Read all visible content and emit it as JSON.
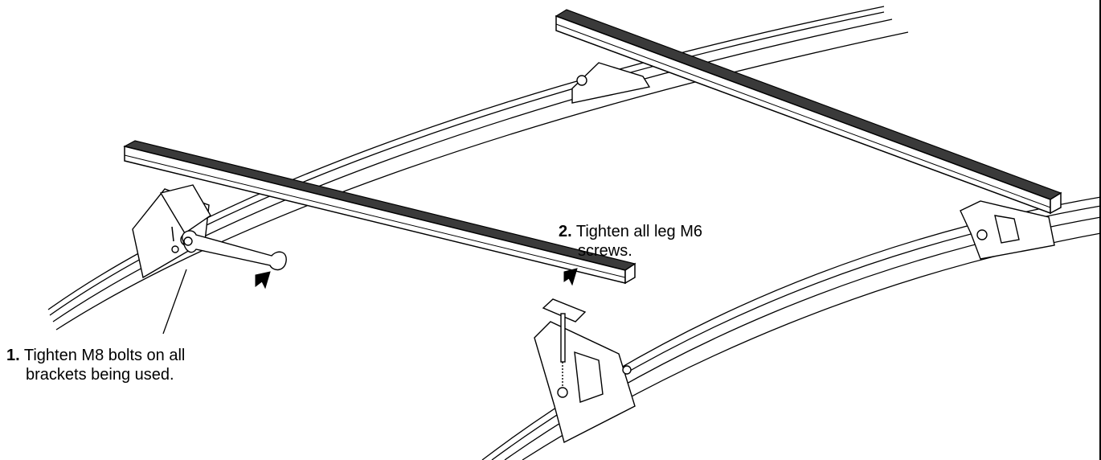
{
  "diagram": {
    "steps": [
      {
        "number": "1.",
        "line1": "Tighten M8 bolts on all",
        "line2": "brackets being used."
      },
      {
        "number": "2.",
        "line1": "Tighten all leg M6",
        "line2": "screws."
      }
    ],
    "colors": {
      "ink": "#000000",
      "paper": "#ffffff",
      "bar_top": "#3a3a3a"
    },
    "icons": [
      "wrench-icon",
      "t-handle-hex-key-icon",
      "rotate-arrow-icon"
    ]
  }
}
